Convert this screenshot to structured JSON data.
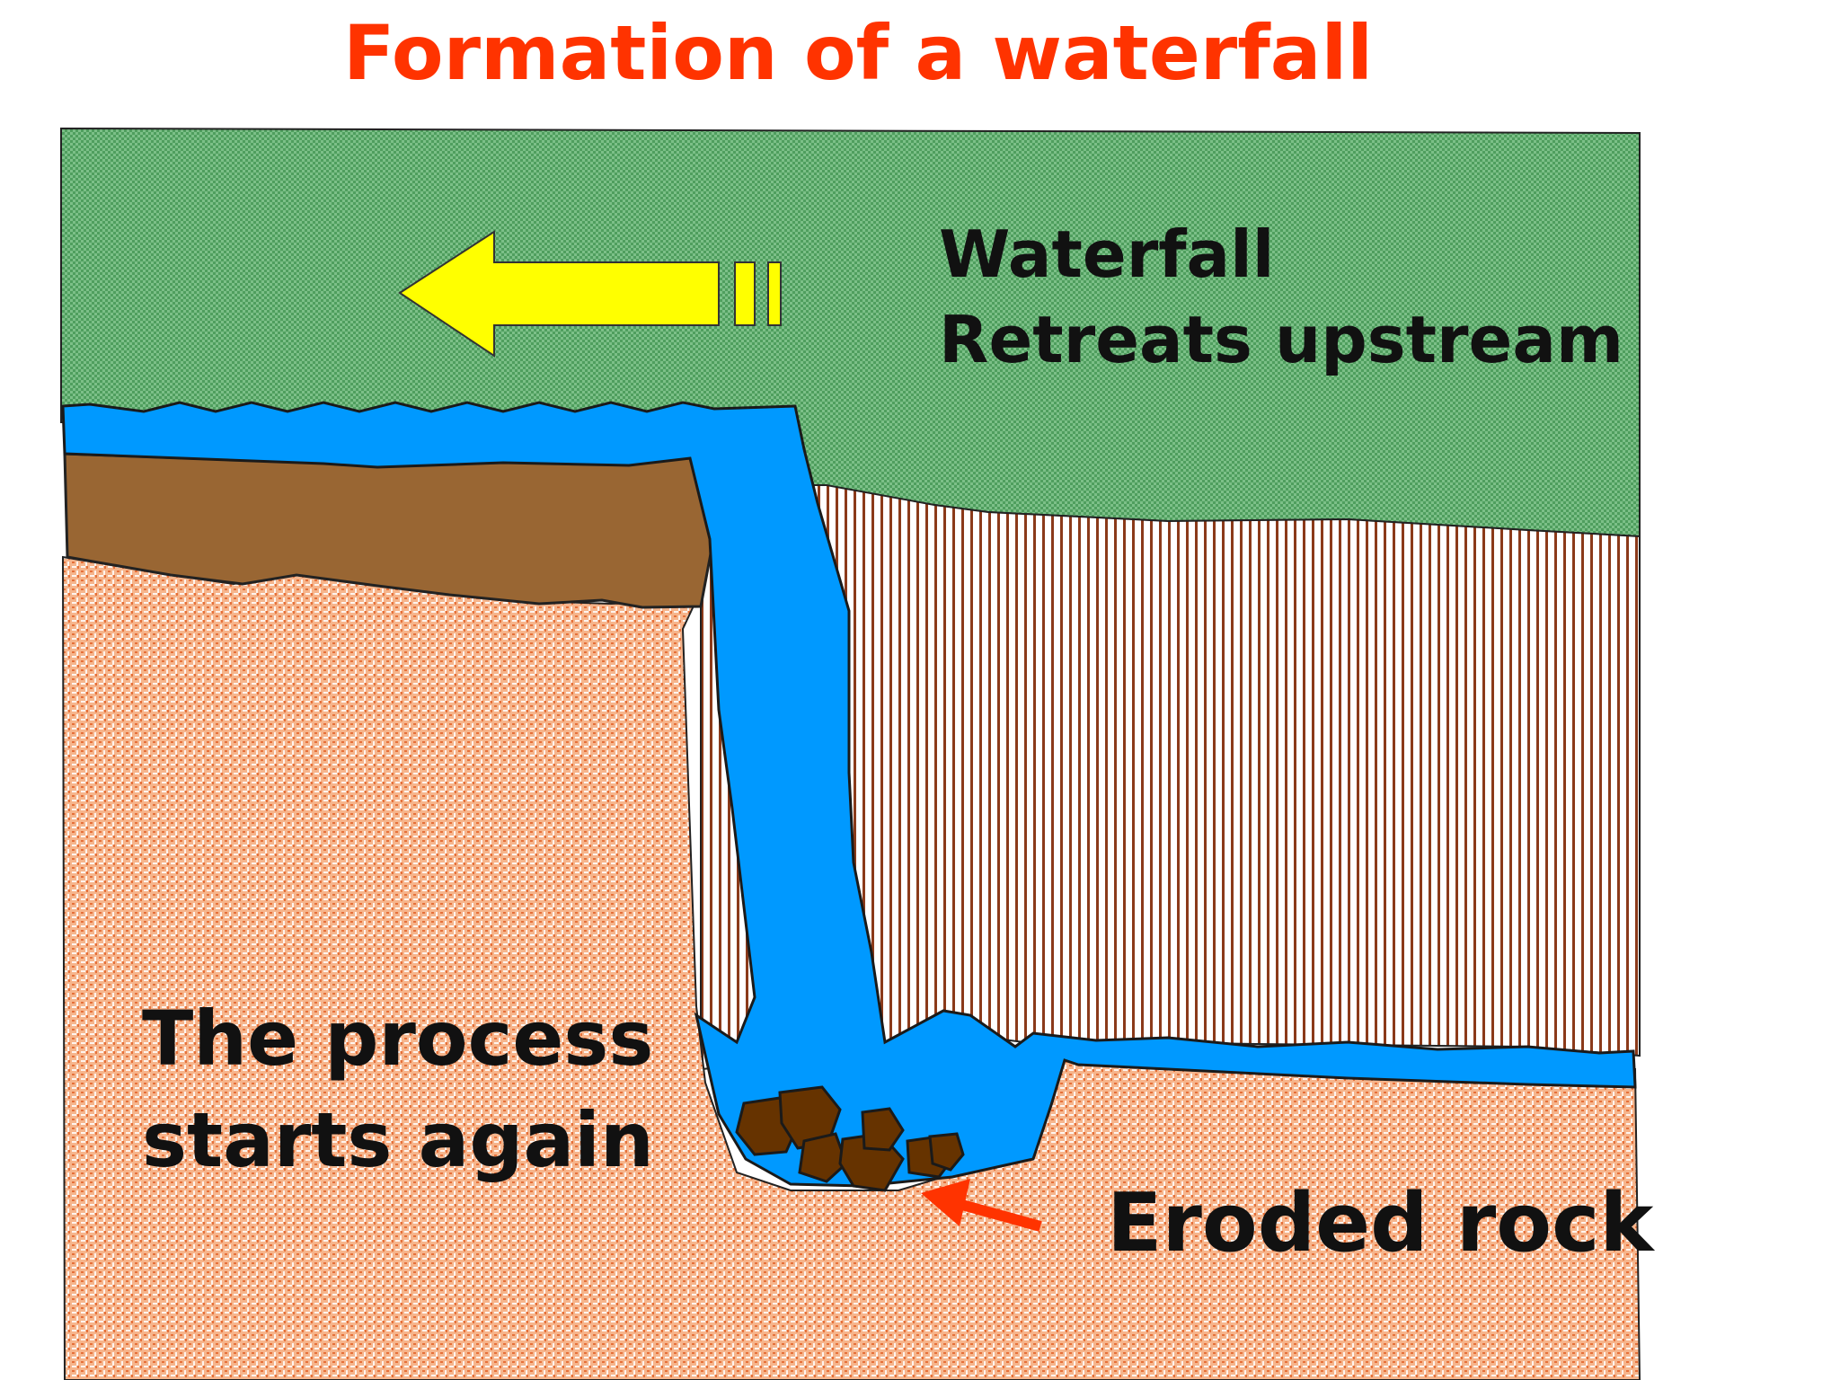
{
  "title": "Formation of a waterfall",
  "labels": {
    "retreat_line1": "Waterfall",
    "retreat_line2": "Retreats upstream",
    "process_line1": "The process",
    "process_line2": "starts again",
    "eroded": "Eroded rock"
  },
  "colors": {
    "title": "#ff3300",
    "grass": "#5fae6e",
    "water": "#0099ff",
    "hard_rock": "#996633",
    "soft_rock": "#f4a070",
    "gorge_stripe": "#8b3a1a",
    "arrow_yellow": "#ffff00",
    "arrow_red": "#ff3300",
    "boulder": "#663300"
  }
}
